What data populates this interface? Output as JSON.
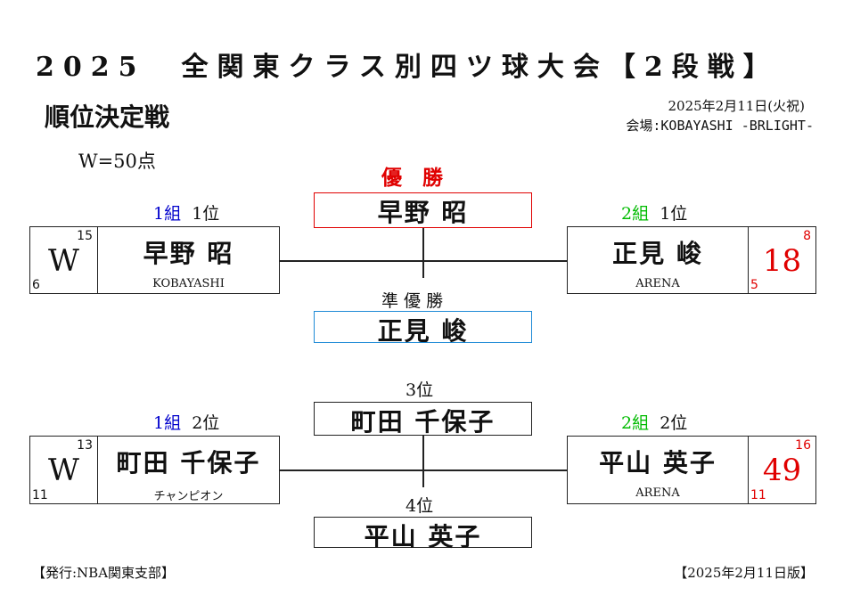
{
  "header": {
    "title": "2025　全関東クラス別四ツ球大会【2段戦】",
    "subtitle": "順位決定戦",
    "win_points": "W=50点",
    "date": "2025年2月11日(火祝)",
    "venue": "会場:KOBAYASHI -BRLIGHT-"
  },
  "final": {
    "champion_label": "優　勝",
    "champion": "早野 昭",
    "runner_up_label": "準 優 勝",
    "runner_up": "正見 峻",
    "left": {
      "group": "1組",
      "rank": "1位",
      "name": "早野 昭",
      "club": "KOBAYASHI",
      "score": "W",
      "innings": "15",
      "high_run": "6"
    },
    "right": {
      "group": "2組",
      "rank": "1位",
      "name": "正見 峻",
      "club": "ARENA",
      "score": "18",
      "innings": "8",
      "high_run": "5"
    }
  },
  "third": {
    "third_label": "3位",
    "third": "町田 千保子",
    "fourth_label": "4位",
    "fourth": "平山 英子",
    "left": {
      "group": "1組",
      "rank": "2位",
      "name": "町田 千保子",
      "club": "チャンピオン",
      "score": "W",
      "innings": "13",
      "high_run": "11"
    },
    "right": {
      "group": "2組",
      "rank": "2位",
      "name": "平山 英子",
      "club": "ARENA",
      "score": "49",
      "innings": "16",
      "high_run": "11"
    }
  },
  "footer": {
    "publisher": "【発行:NBA関東支部】",
    "edition": "【2025年2月11日版】"
  },
  "colors": {
    "group1": "#0000cc",
    "group2": "#00bb00",
    "champion": "#e00000",
    "runner_up": "#1e8ad6",
    "loser_score": "#e00000"
  }
}
